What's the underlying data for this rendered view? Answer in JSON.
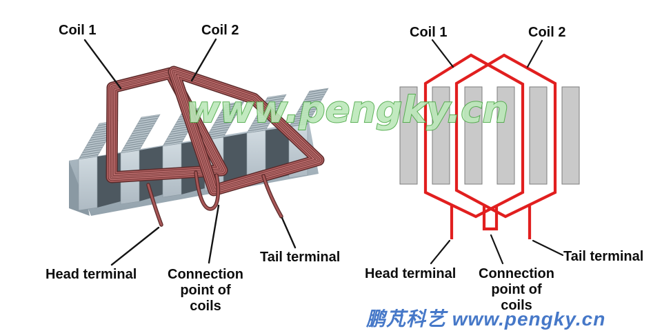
{
  "watermark": {
    "text": "www.pengky.cn",
    "fill": "#bce8ba",
    "stroke": "#4aa844"
  },
  "footer": {
    "text": "鹏芃科艺 www.pengky.cn",
    "color": "#4678c8"
  },
  "left_panel": {
    "description": "3D view of two wire coils wound on a laminated six-tooth stator core",
    "labels": {
      "coil1": "Coil 1",
      "coil2": "Coil 2",
      "head_terminal": "Head terminal",
      "connection_line1": "Connection",
      "connection_line2": "point of coils",
      "tail_terminal": "Tail terminal"
    }
  },
  "right_panel": {
    "description": "Schematic of the same two coils around six stator teeth",
    "labels": {
      "coil1": "Coil 1",
      "coil2": "Coil 2",
      "head_terminal": "Head terminal",
      "connection_line1": "Connection",
      "connection_line2": "point of coils",
      "tail_terminal": "Tail terminal"
    }
  },
  "colors": {
    "schematic_red": "#e11f1f",
    "bar_fill": "#c9c9c9",
    "bar_border": "#7c7c7c",
    "coil_copper_mid": "#b26262",
    "coil_copper_dark": "#5a2a2a",
    "core_face_light": "#ccd6dd",
    "core_slab": "#a3b1bb",
    "slot_shadow": "#4d5860",
    "pointer_black": "#141414",
    "label_black": "#0d0d0d"
  }
}
